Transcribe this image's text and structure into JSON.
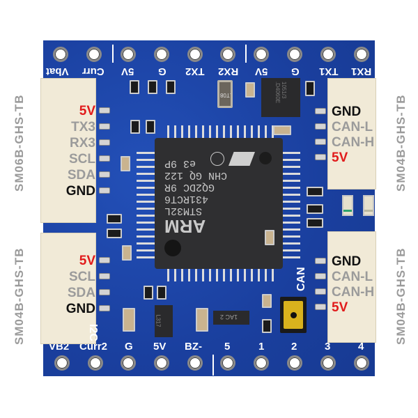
{
  "image": {
    "subject": "Flight controller peripheral PCB (STM32L431) with JST-GH connectors",
    "colors": {
      "board_blue": "#1d45a8",
      "connector_cream": "#f1ead7",
      "label_red": "#e11b1b",
      "label_gray": "#9b9b9b",
      "label_black": "#111111",
      "side_label_gray": "#9a9a9a",
      "button_gold": "#d9b21d"
    }
  },
  "top_header": {
    "pins": [
      "Vbat",
      "Curr",
      "5V",
      "G",
      "TX2",
      "RX2",
      "5V",
      "G",
      "TX1",
      "RX1"
    ]
  },
  "bottom_header": {
    "pins": [
      "VB2",
      "Curr2",
      "G",
      "5V",
      "BZ-",
      "5",
      "1",
      "2",
      "3",
      "4"
    ]
  },
  "connectors": {
    "left_top": {
      "part": "SM06B-GHS-TB",
      "pins": [
        {
          "label": "5V",
          "color": "red"
        },
        {
          "label": "TX3",
          "color": "gray"
        },
        {
          "label": "RX3",
          "color": "gray"
        },
        {
          "label": "SCL",
          "color": "gray"
        },
        {
          "label": "SDA",
          "color": "gray"
        },
        {
          "label": "GND",
          "color": "black"
        }
      ]
    },
    "left_bottom": {
      "part": "SM04B-GHS-TB",
      "pins": [
        {
          "label": "5V",
          "color": "red"
        },
        {
          "label": "SCL",
          "color": "gray"
        },
        {
          "label": "SDA",
          "color": "gray"
        },
        {
          "label": "GND",
          "color": "black"
        }
      ]
    },
    "right_top": {
      "part": "SM04B-GHS-TB",
      "pins": [
        {
          "label": "GND",
          "color": "black"
        },
        {
          "label": "CAN-L",
          "color": "gray"
        },
        {
          "label": "CAN-H",
          "color": "gray"
        },
        {
          "label": "5V",
          "color": "red"
        }
      ]
    },
    "right_bottom": {
      "part": "SM04B-GHS-TB",
      "pins": [
        {
          "label": "GND",
          "color": "black"
        },
        {
          "label": "CAN-L",
          "color": "gray"
        },
        {
          "label": "CAN-H",
          "color": "gray"
        },
        {
          "label": "5V",
          "color": "red"
        }
      ]
    }
  },
  "silkscreen": {
    "i2c": "I2C",
    "can": "CAN"
  },
  "mcu": {
    "brand": "ARM",
    "lines": [
      "STM32L",
      "431RCT6",
      "GQ2DC 9R",
      "CHN GQ 122",
      "e3  9P"
    ]
  },
  "components": {
    "crystal_marking": ".T08",
    "regulator_marking": "L317",
    "sot23_marking": "1AC 2",
    "transceiver_marking": "1051/3 .D4060E"
  }
}
